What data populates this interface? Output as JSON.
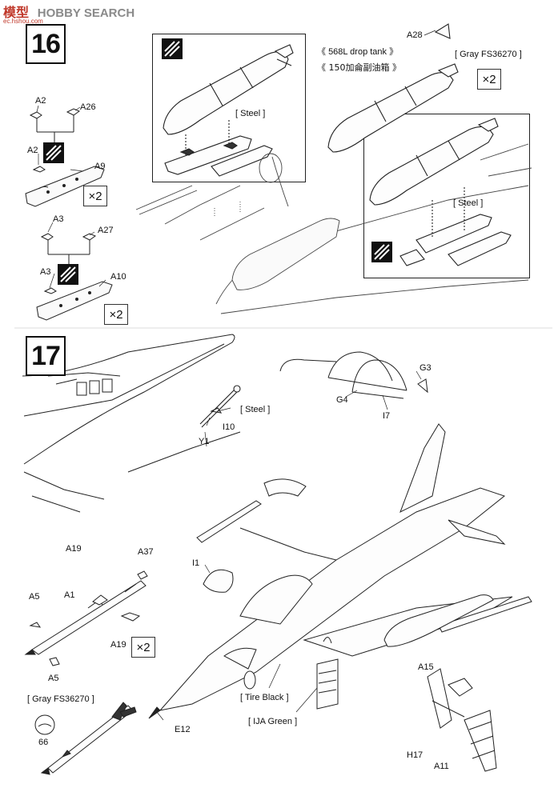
{
  "watermark": {
    "text": "HOBBY SEARCH",
    "chinese": "模型",
    "url": "ec.hshou.com",
    "color": "#c0392b"
  },
  "steps": [
    {
      "number": "16"
    },
    {
      "number": "17"
    }
  ],
  "step16": {
    "parts_left": [
      "A2",
      "A26",
      "A2",
      "A9",
      "A3",
      "A27",
      "A3",
      "A10"
    ],
    "multipliers": [
      "×2",
      "×2",
      "×2"
    ],
    "drop_tank_en": "568L drop tank",
    "drop_tank_cn": "150加侖副油箱",
    "tank_part": "A28",
    "tank_color": "[ Gray  FS36270 ]",
    "steel_1": "[ Steel ]",
    "steel_2": "[ Steel ]"
  },
  "step17": {
    "steel": "[ Steel ]",
    "parts": {
      "g3": "G3",
      "g4": "G4",
      "i7": "I7",
      "i10": "I10",
      "y1": "Y1",
      "i1": "I1",
      "a19a": "A19",
      "a37": "A37",
      "a5a": "A5",
      "a1": "A1",
      "a19b": "A19",
      "a5b": "A5",
      "e12": "E12",
      "a15": "A15",
      "h17": "H17",
      "a11": "A11",
      "num66": "66"
    },
    "multiplier": "×2",
    "tire_black": "[ Tire Black ]",
    "ija_green": "[ IJA Green ]",
    "missile_color": "[ Gray  FS36270 ]"
  }
}
